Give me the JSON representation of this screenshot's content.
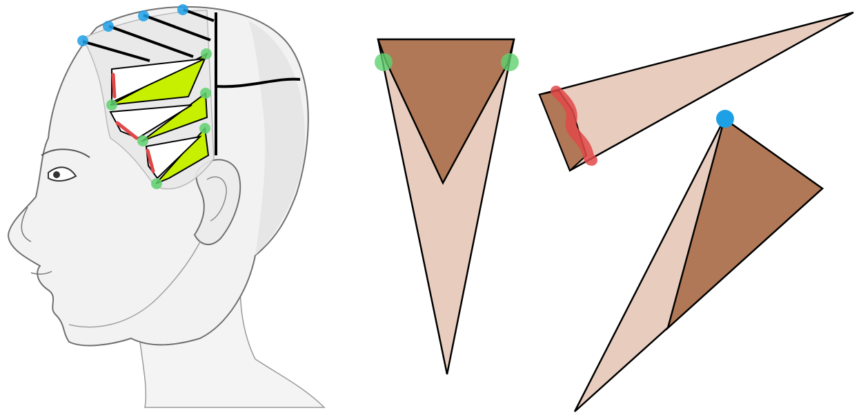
{
  "figure": {
    "background": "#ffffff",
    "colors": {
      "skin_light": "#e8cdbf",
      "skin_dark": "#b07856",
      "parting_green": "#c6f000",
      "marker_green": "#5fd16f",
      "marker_blue": "#1ea0e6",
      "marker_red": "#e04848",
      "outline": "#000000",
      "head_fill": "#f2f2f2",
      "head_shade": "#c8c8c8"
    },
    "panels": [
      {
        "id": "head-profile",
        "description_icon": "head-profile-icon"
      },
      {
        "id": "triangle-section-front",
        "description_icon": "triangle-icon"
      },
      {
        "id": "triangle-section-side",
        "description_icon": "wedge-icon"
      },
      {
        "id": "triangle-section-angled",
        "description_icon": "triangle-icon"
      }
    ]
  }
}
